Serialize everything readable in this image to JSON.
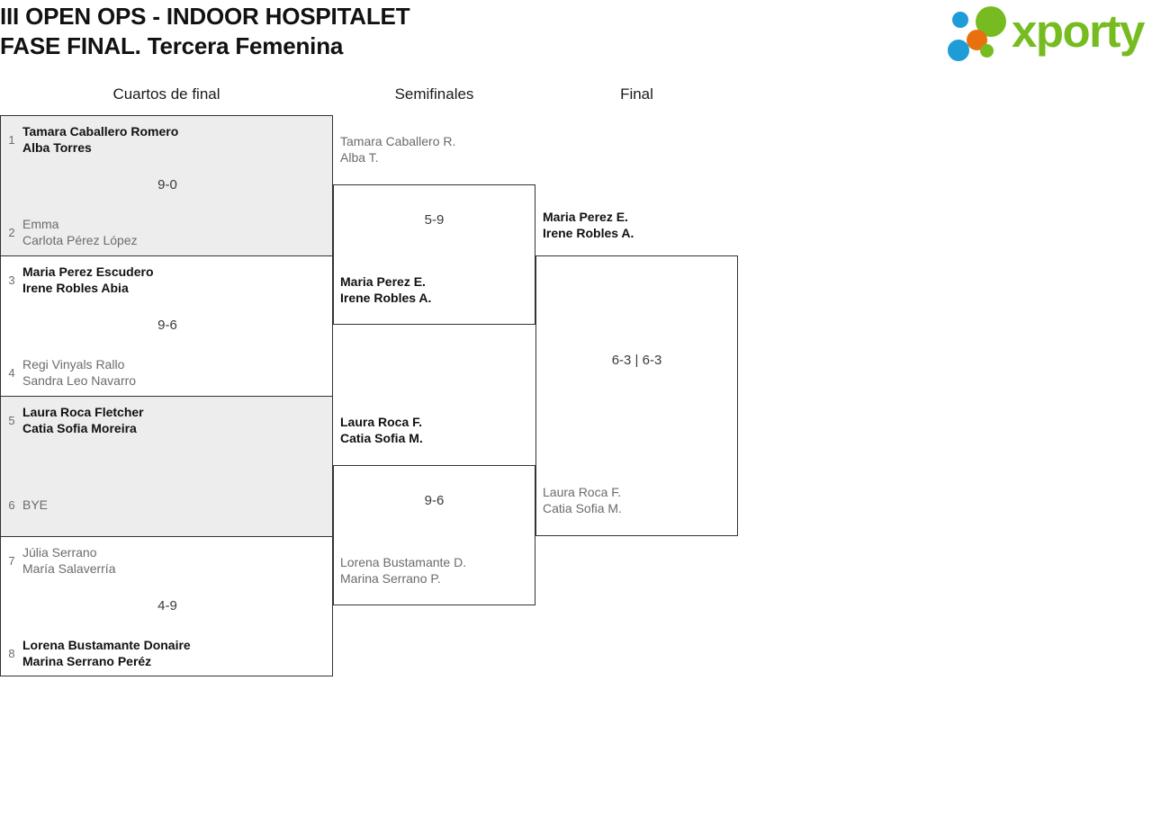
{
  "header": {
    "title_line1": "III OPEN OPS - INDOOR HOSPITALET",
    "title_line2": "FASE FINAL. Tercera Femenina",
    "logo_word": "xporty",
    "logo_colors": {
      "green": "#76bc21",
      "blue": "#1d9cd8",
      "orange": "#e8700f"
    }
  },
  "rounds": [
    {
      "label": "Cuartos de final"
    },
    {
      "label": "Semifinales"
    },
    {
      "label": "Final"
    }
  ],
  "quarterfinals": [
    {
      "score": "9-0",
      "shaded": true,
      "top": {
        "seed": "1",
        "line1": "Tamara Caballero Romero",
        "line2": "Alba Torres",
        "winner": true
      },
      "bottom": {
        "seed": "2",
        "line1": "Emma",
        "line2": "Carlota Pérez López",
        "winner": false
      }
    },
    {
      "score": "9-6",
      "shaded": false,
      "top": {
        "seed": "3",
        "line1": "Maria Perez Escudero",
        "line2": "Irene Robles Abia",
        "winner": true
      },
      "bottom": {
        "seed": "4",
        "line1": "Regi Vinyals Rallo",
        "line2": "Sandra Leo Navarro",
        "winner": false
      }
    },
    {
      "score": "",
      "shaded": true,
      "top": {
        "seed": "5",
        "line1": "Laura Roca Fletcher",
        "line2": "Catia Sofia Moreira",
        "winner": true
      },
      "bottom": {
        "seed": "6",
        "line1": "BYE",
        "line2": "",
        "winner": false
      }
    },
    {
      "score": "4-9",
      "shaded": false,
      "top": {
        "seed": "7",
        "line1": "Júlia Serrano",
        "line2": "María Salaverría",
        "winner": false
      },
      "bottom": {
        "seed": "8",
        "line1": "Lorena Bustamante Donaire",
        "line2": "Marina Serrano Peréz",
        "winner": true
      }
    }
  ],
  "semifinals": [
    {
      "score": "5-9",
      "top": {
        "line1": "Tamara Caballero R.",
        "line2": "Alba T.",
        "winner": false
      },
      "bottom": {
        "line1": "Maria Perez E.",
        "line2": "Irene Robles A.",
        "winner": true
      }
    },
    {
      "score": "9-6",
      "top": {
        "line1": "Laura Roca F.",
        "line2": "Catia Sofia M.",
        "winner": true
      },
      "bottom": {
        "line1": "Lorena Bustamante D.",
        "line2": "Marina Serrano P.",
        "winner": false
      }
    }
  ],
  "final": {
    "score": "6-3 | 6-3",
    "top": {
      "line1": "Maria Perez E.",
      "line2": "Irene Robles A.",
      "winner": true
    },
    "bottom": {
      "line1": "Laura Roca F.",
      "line2": "Catia Sofia M.",
      "winner": false
    }
  }
}
